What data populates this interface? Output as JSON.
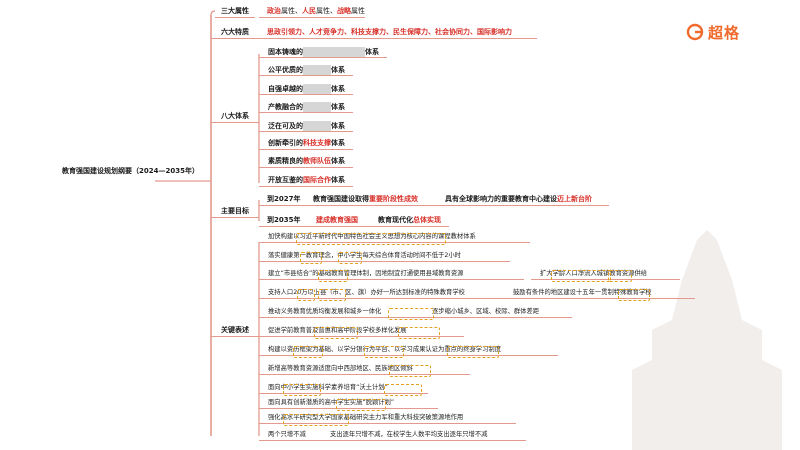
{
  "logo": {
    "text": "超格"
  },
  "root": "教育强国建设规划纲要（2024—2035年）",
  "sections": {
    "s1": {
      "label": "三大属性",
      "parts": [
        "政治",
        "属性、",
        "人民",
        "属性、",
        "战略",
        "属性"
      ]
    },
    "s2": {
      "label": "六大特质",
      "text": "思政引领力、人才竞争力、科技支撑力、民生保障力、社会协同力、国际影响力"
    },
    "s3": {
      "label": "八大体系",
      "items": [
        {
          "pre": "固本铸魂的",
          "mid": "",
          "post": "体系"
        },
        {
          "pre": "公平优质的",
          "mid": "",
          "post": "体系"
        },
        {
          "pre": "自强卓越的",
          "mid": "",
          "post": "体系"
        },
        {
          "pre": "产教融合的",
          "mid": "",
          "post": "体系"
        },
        {
          "pre": "泛在可及的",
          "mid": "",
          "post": "体系"
        },
        {
          "pre": "创新牵引的",
          "mid": "科技支撑",
          "post": "体系"
        },
        {
          "pre": "素质精良的",
          "mid": "教师队伍",
          "post": "体系"
        },
        {
          "pre": "开放互鉴的",
          "mid": "国际合作",
          "post": "体系"
        }
      ]
    },
    "s4": {
      "label": "主要目标",
      "goals": [
        {
          "year": "到2027年",
          "a": "教育强国建设取得",
          "a_red": "重要阶段性成效",
          "b": "具有全球影响力的重要教育中心建设",
          "b_red": "迈上新台阶"
        },
        {
          "year": "到2035年",
          "a": "",
          "a_red": "建成教育强国",
          "b": "教育现代化",
          "b_red": "总体实现"
        }
      ]
    },
    "s5": {
      "label": "关键表述",
      "items": [
        "加快构建以习近平新时代中国特色社会主义思想为核心内容的课程教材体系",
        "落实健康第一教育理念，中小学生每天综合体育活动时间不低于2小时",
        "建立“市县结合”的基础教育管理体制，因地制宜打通使用县域教育资源",
        "扩大学龄人口净流入城镇教育资源供给",
        "支持人口20万以上县（市、区、旗）办好一所达到标准的特殊教育学校",
        "鼓励有条件的地区建设十五年一贯制特殊教育学校",
        "推动义务教育优质均衡发展和城乡一体化",
        "逐步缩小城乡、区域、校际、群体差距",
        "促进学前教育普及普惠和高中阶段学校多样化发展",
        "构建以资历框架为基础、以学分银行为平台、以学习成果认证为重点的终身学习制度",
        "新增高等教育资源适度向中西部地区、民族地区倾斜",
        "面向中小学生实施科学素养培育“沃土计划”",
        "面向具有创新潜质的高中学生实施“脱颖计划”",
        "强化高水平研究型大学国家基础研究主力军和重大科技突破策源地作用",
        "两个只增不减",
        "支出逐年只增不减，在校学生人数平均支出逐年只增不减"
      ]
    }
  },
  "colors": {
    "accent": "#d8312a",
    "line": "#e39a8c",
    "highlight": "#fff3b8",
    "logo": "#ef6a2c"
  }
}
